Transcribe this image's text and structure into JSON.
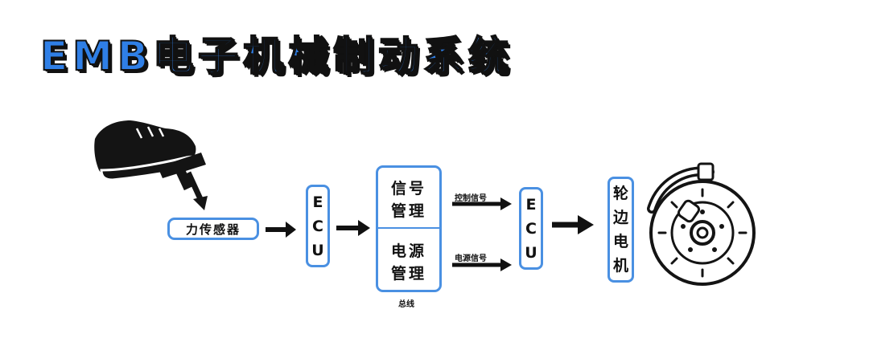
{
  "title": "EMB电子机械制动系统",
  "nodes": {
    "sensor": "力传感器",
    "ecu_left": [
      "E",
      "C",
      "U"
    ],
    "signal_mgmt": [
      "信号",
      "管理"
    ],
    "power_mgmt": [
      "电源",
      "管理"
    ],
    "bus": "总线",
    "ecu_right": [
      "E",
      "C",
      "U"
    ],
    "wheel_motor": [
      "轮",
      "边",
      "电",
      "机"
    ]
  },
  "edges": {
    "control_signal": "控制信号",
    "power_signal": "电源信号"
  },
  "icons": [
    "shoe-icon",
    "pedal-icon",
    "brake-disc-icon"
  ],
  "colors": {
    "title_fill": "#2f7fe6",
    "box_border": "#4a90e2",
    "ink": "#111111"
  }
}
